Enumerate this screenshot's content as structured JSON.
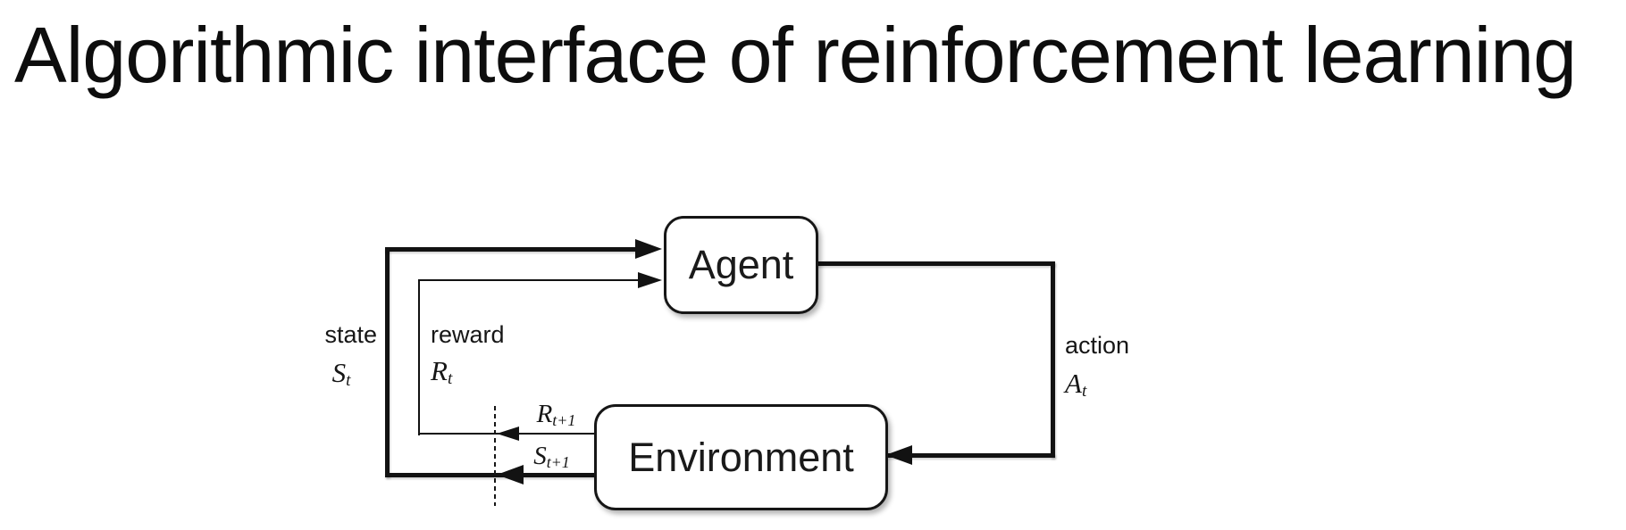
{
  "slide": {
    "title": "Algorithmic interface of reinforcement learning",
    "background_color": "#ffffff"
  },
  "diagram": {
    "nodes": {
      "agent": {
        "label": "Agent"
      },
      "environment": {
        "label": "Environment"
      }
    },
    "edges": {
      "state": {
        "word": "state",
        "symbol_main": "S",
        "symbol_sub": "t"
      },
      "reward": {
        "word": "reward",
        "symbol_main": "R",
        "symbol_sub": "t"
      },
      "action": {
        "word": "action",
        "symbol_main": "A",
        "symbol_sub": "t"
      },
      "reward_next": {
        "symbol_main": "R",
        "symbol_sub": "t+1"
      },
      "state_next": {
        "symbol_main": "S",
        "symbol_sub": "t+1"
      }
    },
    "colors": {
      "line": "#121212",
      "box_border": "#161616",
      "box_fill": "#ffffff",
      "text": "#161616"
    }
  }
}
